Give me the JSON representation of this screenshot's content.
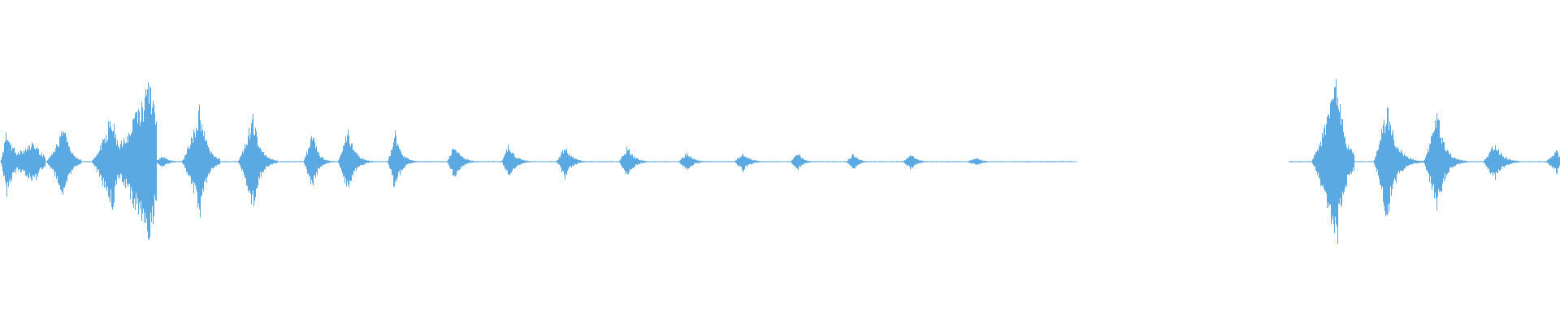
{
  "waveform": {
    "color": "#5aa9e2",
    "background": "#ffffff",
    "bursts": [
      {
        "start": 0.0,
        "peak": 0.004,
        "end": 0.03,
        "amp": 0.26
      },
      {
        "start": 0.0,
        "peak": 0.022,
        "end": 0.029,
        "amp": 0.16
      },
      {
        "start": 0.029,
        "peak": 0.041,
        "end": 0.052,
        "amp": 0.27
      },
      {
        "start": 0.058,
        "peak": 0.072,
        "end": 0.078,
        "amp": 0.38
      },
      {
        "start": 0.068,
        "peak": 0.0965,
        "end": 0.1005,
        "amp": 0.62
      },
      {
        "start": 0.098,
        "peak": 0.104,
        "end": 0.12,
        "amp": 0.045
      },
      {
        "start": 0.116,
        "peak": 0.128,
        "end": 0.141,
        "amp": 0.42
      },
      {
        "start": 0.152,
        "peak": 0.162,
        "end": 0.178,
        "amp": 0.36
      },
      {
        "start": 0.194,
        "peak": 0.2,
        "end": 0.214,
        "amp": 0.24
      },
      {
        "start": 0.216,
        "peak": 0.223,
        "end": 0.24,
        "amp": 0.25
      },
      {
        "start": 0.248,
        "peak": 0.253,
        "end": 0.27,
        "amp": 0.23
      },
      {
        "start": 0.286,
        "peak": 0.291,
        "end": 0.31,
        "amp": 0.14
      },
      {
        "start": 0.321,
        "peak": 0.326,
        "end": 0.345,
        "amp": 0.14
      },
      {
        "start": 0.356,
        "peak": 0.362,
        "end": 0.38,
        "amp": 0.13
      },
      {
        "start": 0.396,
        "peak": 0.402,
        "end": 0.42,
        "amp": 0.12
      },
      {
        "start": 0.434,
        "peak": 0.44,
        "end": 0.458,
        "amp": 0.07
      },
      {
        "start": 0.47,
        "peak": 0.476,
        "end": 0.494,
        "amp": 0.075
      },
      {
        "start": 0.506,
        "peak": 0.511,
        "end": 0.525,
        "amp": 0.075
      },
      {
        "start": 0.542,
        "peak": 0.547,
        "end": 0.56,
        "amp": 0.065
      },
      {
        "start": 0.578,
        "peak": 0.584,
        "end": 0.598,
        "amp": 0.065
      },
      {
        "start": 0.618,
        "peak": 0.626,
        "end": 0.64,
        "amp": 0.03
      },
      {
        "start": 0.84,
        "peak": 0.857,
        "end": 0.868,
        "amp": 0.64
      },
      {
        "start": 0.88,
        "peak": 0.889,
        "end": 0.912,
        "amp": 0.45
      },
      {
        "start": 0.912,
        "peak": 0.921,
        "end": 0.94,
        "amp": 0.4
      },
      {
        "start": 0.95,
        "peak": 0.958,
        "end": 0.978,
        "amp": 0.15
      },
      {
        "start": 0.99,
        "peak": 0.998,
        "end": 1.0,
        "amp": 0.09
      }
    ],
    "baseline_segments": [
      {
        "start": 0.0,
        "end": 0.69,
        "amp": 0.004
      },
      {
        "start": 0.826,
        "end": 1.0,
        "amp": 0.004
      }
    ]
  }
}
